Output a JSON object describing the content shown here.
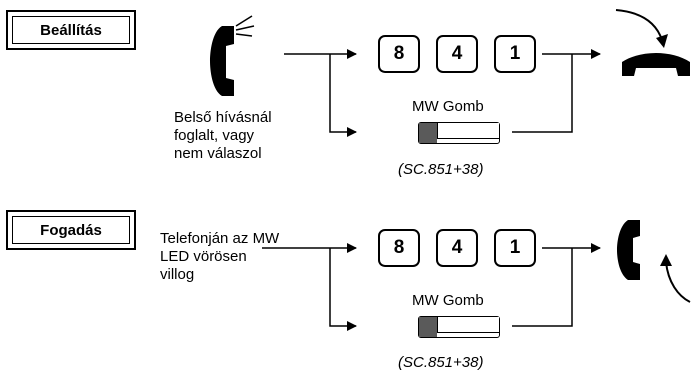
{
  "sections": [
    {
      "label": "Beállítás",
      "condition": "Belső hívásnál\nfoglalt, vagy\nnem válaszol",
      "keys": [
        "8",
        "4",
        "1"
      ],
      "mw_label": "MW Gomb",
      "sc_note": "(SC.851+38)",
      "result_icon": "handset-hang-up-icon"
    },
    {
      "label": "Fogadás",
      "condition": "Telefonján az MW\nLED vörösen\nvillog",
      "keys": [
        "8",
        "4",
        "1"
      ],
      "mw_label": "MW Gomb",
      "sc_note": "(SC.851+38)",
      "result_icon": "handset-pick-up-icon"
    }
  ]
}
